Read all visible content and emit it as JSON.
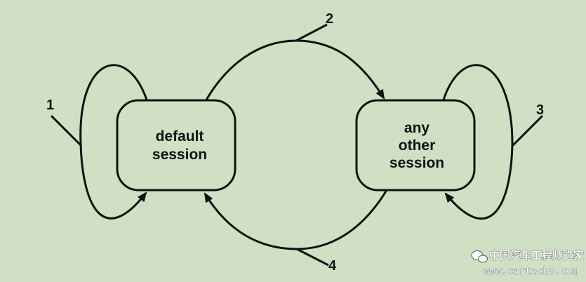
{
  "diagram": {
    "states": {
      "default": {
        "lines": [
          "default",
          "session"
        ]
      },
      "other": {
        "lines": [
          "any",
          "other",
          "session"
        ]
      }
    },
    "transitions": {
      "t1": "1",
      "t2": "2",
      "t3": "3",
      "t4": "4"
    }
  },
  "watermark": {
    "site_name": "中国汽车工程师之家",
    "url": "www.cartech8.com"
  },
  "colors": {
    "background": "#cfe0c4",
    "stroke": "#111111"
  }
}
